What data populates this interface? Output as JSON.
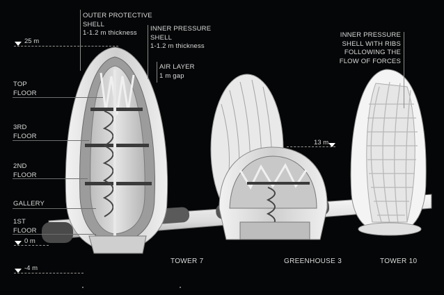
{
  "diagram": {
    "type": "architectural cutaway section",
    "background_color": "#050607",
    "structures": [
      {
        "id": "tower7",
        "label": "TOWER 7"
      },
      {
        "id": "greenhouse3",
        "label": "GREENHOUSE 3"
      },
      {
        "id": "tower10",
        "label": "TOWER 10"
      }
    ],
    "annotations": {
      "outer_shell": {
        "title_line1": "OUTER PROTECTIVE",
        "title_line2": "SHELL",
        "detail": "1-1.2 m thickness"
      },
      "inner_shell": {
        "title_line1": "INNER PRESSURE",
        "title_line2": "SHELL",
        "detail": "1-1.2 m thickness"
      },
      "air_layer": {
        "title": "AIR LAYER",
        "detail": "1 m gap"
      },
      "ribs": {
        "line1": "INNER PRESSURE",
        "line2": "SHELL WITH RIBS",
        "line3": "FOLLOWING THE",
        "line4": "FLOW OF FORCES"
      }
    },
    "floors": [
      {
        "line1": "TOP",
        "line2": "FLOOR"
      },
      {
        "line1": "3RD",
        "line2": "FLOOR"
      },
      {
        "line1": "2ND",
        "line2": "FLOOR"
      },
      {
        "line1": "GALLERY",
        "line2": ""
      },
      {
        "line1": "1ST",
        "line2": "FLOOR"
      }
    ],
    "levels": [
      {
        "value": "25 m"
      },
      {
        "value": "0 m"
      },
      {
        "value": "-4 m"
      },
      {
        "value": "13 m"
      }
    ]
  }
}
